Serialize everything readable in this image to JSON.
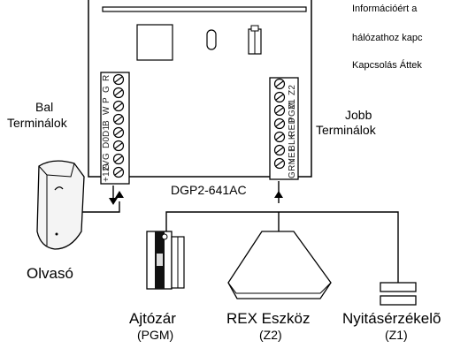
{
  "controller": {
    "model": "DGP2-641AC"
  },
  "notes": {
    "line1": "Információért a",
    "line2": "hálózathoz kapc",
    "line3": "Kapcsolás Áttek"
  },
  "left_terminals": {
    "label_line1": "Bal",
    "label_line2": "Terminálok",
    "pins": [
      "+12V",
      "G",
      "G",
      "D0",
      "D1",
      "B",
      "W",
      "P",
      "G",
      "R"
    ]
  },
  "right_terminals": {
    "label_line1": "Jobb",
    "label_line2": "Terminálok",
    "pins": [
      "GRN",
      "YEL",
      "BLK",
      "RED",
      "PGM",
      "Z1",
      "Z2"
    ]
  },
  "devices": {
    "reader": {
      "label": "Olvasó"
    },
    "door_lock": {
      "label": "Ajtózár",
      "sub": "(PGM)"
    },
    "rex": {
      "label": "REX Eszköz",
      "sub": "(Z2)"
    },
    "contact": {
      "label": "Nyitásérzékelõ",
      "sub": "(Z1)"
    }
  }
}
